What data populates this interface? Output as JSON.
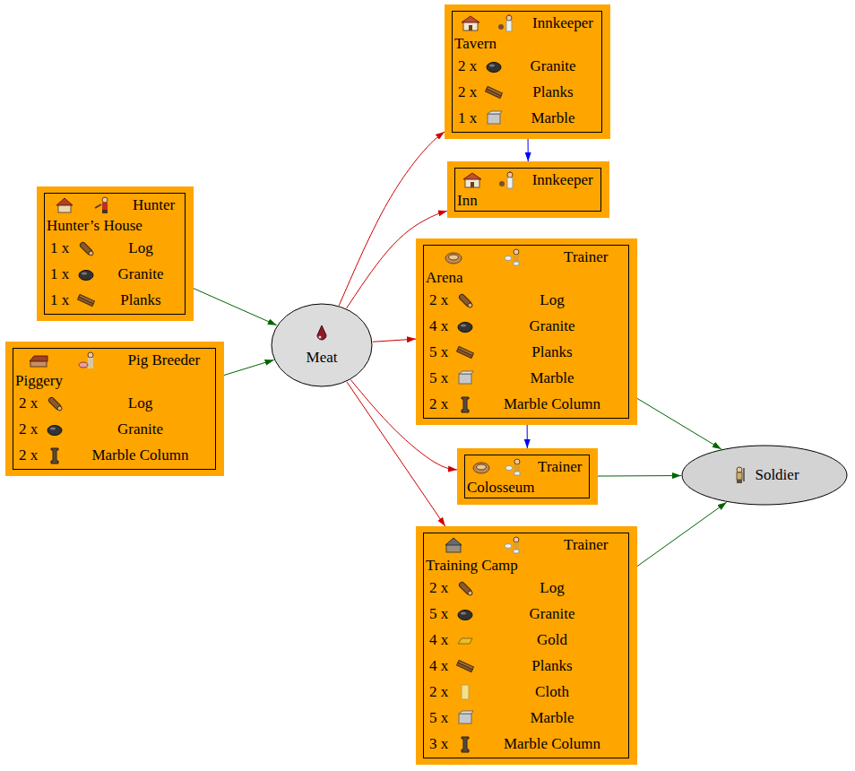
{
  "diagram": {
    "nodes": [
      {
        "text": [
          "Hunter",
          "Hunter’s House",
          "1 x",
          "Log",
          "1 x",
          "Granite",
          "1 x",
          "Planks"
        ]
      },
      {
        "text": [
          "Pig Breeder",
          "Piggery",
          "2 x",
          "Log",
          "2 x",
          "Granite",
          "2 x",
          "Marble Column"
        ]
      },
      {
        "text": [
          "Meat"
        ]
      },
      {
        "text": [
          "Innkeeper",
          "Tavern",
          "2 x",
          "Granite",
          "2 x",
          "Planks",
          "1 x",
          "Marble"
        ]
      },
      {
        "text": [
          "Innkeeper",
          "Inn"
        ]
      },
      {
        "text": [
          "Trainer",
          "Arena",
          "2 x",
          "Log",
          "4 x",
          "Granite",
          "5 x",
          "Planks",
          "5 x",
          "Marble",
          "2 x",
          "Marble Column"
        ]
      },
      {
        "text": [
          "Trainer",
          "Colosseum"
        ]
      },
      {
        "text": [
          "Trainer",
          "Training Camp",
          "2 x",
          "Log",
          "5 x",
          "Granite",
          "4 x",
          "Gold",
          "4 x",
          "Planks",
          "2 x",
          "Cloth",
          "5 x",
          "Marble",
          "3 x",
          "Marble Column"
        ]
      },
      {
        "text": [
          "Soldier"
        ]
      }
    ],
    "edges": [
      {
        "from": 0,
        "to": 2,
        "arrow": "to"
      },
      {
        "from": 1,
        "to": 2,
        "arrow": "to"
      },
      {
        "from": 2,
        "to": 3,
        "arrow": "to"
      },
      {
        "from": 2,
        "to": 4,
        "arrow": "to"
      },
      {
        "from": 2,
        "to": 5,
        "arrow": "to"
      },
      {
        "from": 2,
        "to": 6,
        "arrow": "to"
      },
      {
        "from": 2,
        "to": 7,
        "arrow": "to"
      },
      {
        "from": 3,
        "to": 4,
        "arrow": "to"
      },
      {
        "from": 5,
        "to": 6,
        "arrow": "to"
      },
      {
        "from": 5,
        "to": 8,
        "arrow": "to"
      },
      {
        "from": 6,
        "to": 8,
        "arrow": "to"
      },
      {
        "from": 7,
        "to": 8,
        "arrow": "to"
      }
    ]
  }
}
